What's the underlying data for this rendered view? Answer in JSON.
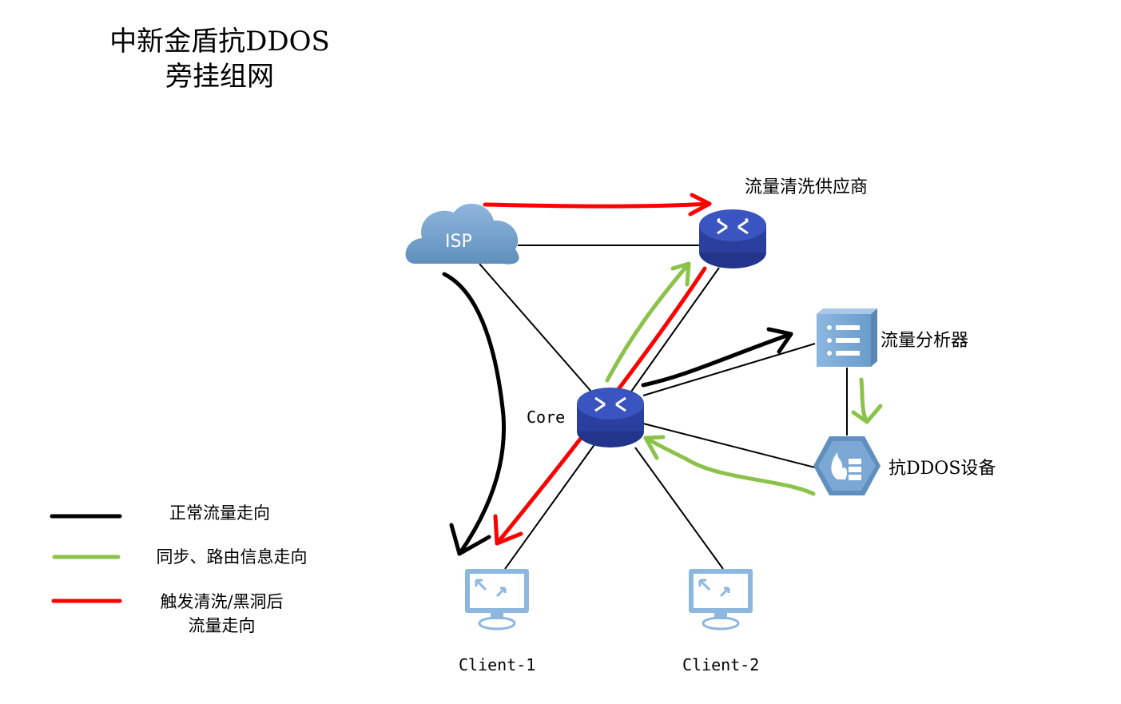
{
  "title": {
    "line1": "中新金盾抗DDOS",
    "line2": "旁挂组网"
  },
  "nodes": {
    "isp": {
      "label": "ISP"
    },
    "scrubbing_provider": {
      "label": "流量清洗供应商"
    },
    "core": {
      "label": "Core"
    },
    "traffic_analyzer": {
      "label": "流量分析器"
    },
    "anti_ddos_device": {
      "label": "抗DDOS设备"
    },
    "client1": {
      "label": "Client-1"
    },
    "client2": {
      "label": "Client-2"
    }
  },
  "legend": [
    {
      "text": "正常流量走向",
      "color": "#000000"
    },
    {
      "text": "同步、路由信息走向",
      "color": "#8bc34a"
    },
    {
      "text": "触发清洗/黑洞后\n流量走向",
      "color": "#ff0000"
    }
  ],
  "colors": {
    "device_blue": "#2a3f9e",
    "icon_light": "#6f9dc9",
    "link": "#000000"
  }
}
